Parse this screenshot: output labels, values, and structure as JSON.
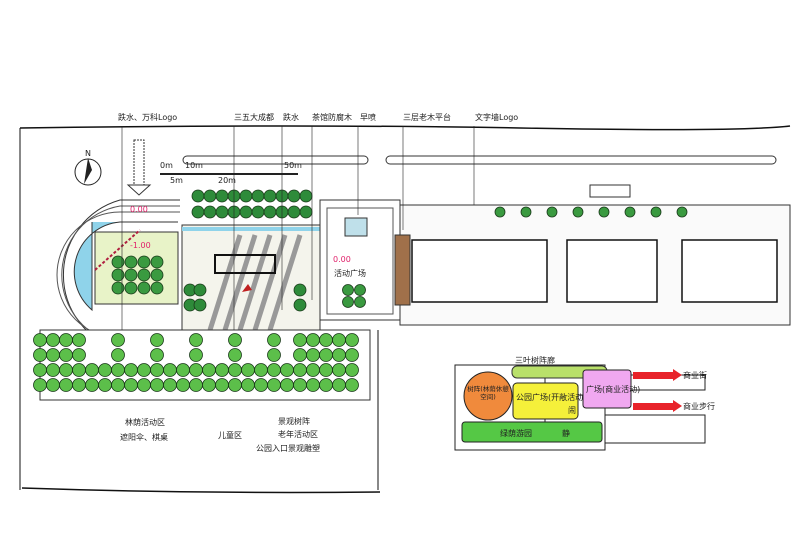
{
  "plan": {
    "north_label": "N",
    "scale": {
      "labels": [
        "0m",
        "10m",
        "50m",
        "5m",
        "20m"
      ]
    },
    "top_annotations": [
      "跌水、万科Logo",
      "三五大成都",
      "跌水",
      "茶馆防腐木",
      "早喷",
      "三层老木平台",
      "文字墙Logo"
    ],
    "bottom_annotations": [
      "林荫活动区",
      "遮阳伞、棋桌",
      "儿童区",
      "景观树阵",
      "老年活动区",
      "公园入口景观雕塑"
    ],
    "elevations": [
      "0.00",
      "-1.00",
      "0.00"
    ],
    "plaza_label": "活动广场"
  },
  "diagram": {
    "top_label": "三叶树阵廊",
    "orange_node": "树阵(林荫休憩空间)",
    "yellow_node": "公园广场(开敞活动)",
    "yellow_tag": "闹",
    "pink_node": "广场(商业活动)",
    "green_node": "绿荫游园",
    "green_tag": "静",
    "arrow_labels": [
      "商业街",
      "商业步行"
    ]
  },
  "colors": {
    "tree": "#4caf50",
    "water": "#8fd3ea",
    "orange": "#f08a3c",
    "yellow": "#f5f03a",
    "pink": "#f0a8f0",
    "green": "#55c845",
    "red": "#e8232a",
    "brown": "#a0704a"
  }
}
